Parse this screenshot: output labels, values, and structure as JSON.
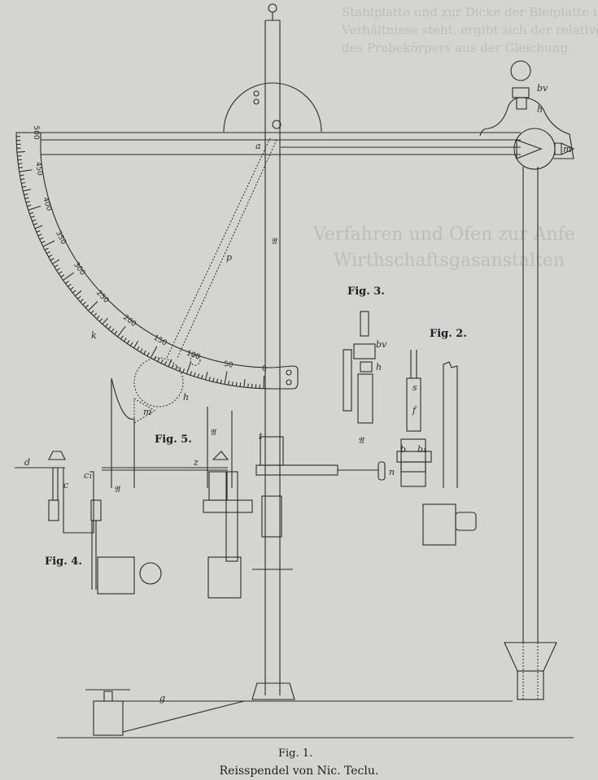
{
  "figure_labels": {
    "fig1": "Fig. 1.",
    "fig2": "Fig. 2.",
    "fig3": "Fig. 3.",
    "fig4": "Fig. 4.",
    "fig5": "Fig. 5."
  },
  "caption": "Reisspendel von Nic. Teclu.",
  "scale": {
    "tick_labels": [
      "500",
      "450",
      "400",
      "350",
      "300",
      "250",
      "200",
      "150",
      "100",
      "50",
      "0"
    ]
  },
  "letters": {
    "a": "a",
    "A": "𝔄",
    "p": "p",
    "k": "k",
    "h": "h",
    "t": "t",
    "n": "n",
    "m": "m",
    "g": "g",
    "bv": "bv",
    "b": "b",
    "b1": "b₁",
    "z": "z",
    "s": "s",
    "f": "f",
    "d": "d",
    "c": "c",
    "c1": "c₁"
  },
  "bleed_through": [
    "Stahlplatte und zur Dicke der Bleiplatte im",
    "Verhältnisse steht, ergibt sich der relative",
    "des Probekörpers aus der Gleichung:",
    "Verfahren und Ofen zur Anfe",
    "Wirthschaftsgasanstalten"
  ]
}
